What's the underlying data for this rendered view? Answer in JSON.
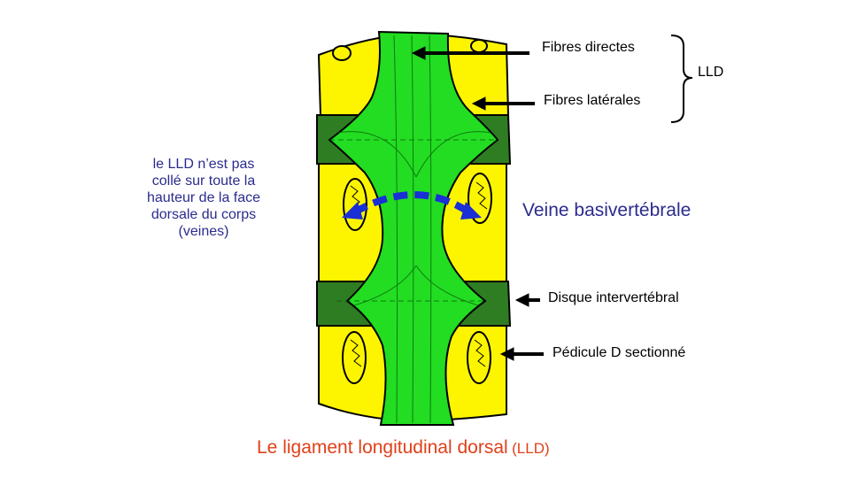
{
  "labels": {
    "fibres_directes": "Fibres directes",
    "fibres_laterales": "Fibres latérales",
    "lld": "LLD",
    "veine": "Veine basivertébrale",
    "disque": "Disque intervertébral",
    "pedicule": "Pédicule D sectionné"
  },
  "note": {
    "lines": [
      "le LLD n’est pas",
      "collé sur toute la",
      "hauteur de la face",
      "dorsale du corps",
      "(veines)"
    ]
  },
  "title": {
    "main": "Le ligament longitudinal dorsal",
    "suffix": "(LLD)"
  },
  "colors": {
    "vertebra": "#fdf500",
    "disc": "#2f7d22",
    "ligament": "#22dd22",
    "vein_arrow": "#1a2fd6",
    "note_text": "#2b2b8f",
    "title_text": "#e0401a"
  }
}
